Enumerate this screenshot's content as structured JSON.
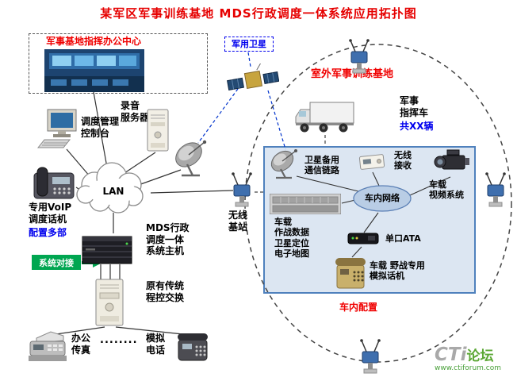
{
  "title": "某军区军事训练基地  MDS行政调度一体系统应用拓扑图",
  "colors": {
    "title_red": "#e60000",
    "label_red": "#f00000",
    "label_blue": "#0000ee",
    "syslink_green": "#00a651",
    "vehicle_box_border": "#4f81bd",
    "vehicle_box_fill": "#dce6f2"
  },
  "hq": {
    "box_label": "军事基地指挥办公中心",
    "console_label": "调度管理\n控制台",
    "recorder_label": "录音\n服务器",
    "lan_label": "LAN",
    "voip_label": "专用VoIP\n调度话机",
    "voip_note": "配置多部",
    "syslink_label": "系统对接",
    "mds_label": "MDS行政\n调度一体\n系统主机",
    "pbx_label": "原有传统\n程控交换",
    "fax_label": "办公\n传真",
    "dots": "........",
    "analog_label": "模拟\n电话"
  },
  "satellite": {
    "label": "军用卫星"
  },
  "base_station": {
    "label": "无线\n基站"
  },
  "outdoor": {
    "label": "室外军事训练基地",
    "truck_label": "军事\n指挥车",
    "truck_note": "共XX辆",
    "vehicle": {
      "sat_backup_label": "卫星备用\n通信链路",
      "wireless_rx_label": "无线\n接收",
      "video_label": "车载\n视频系统",
      "net_label": "车内网络",
      "data_label": "车载\n作战数据\n卫星定位\n电子地图",
      "ata_label": "单口ATA",
      "field_phone_label": "车载  野战专用\n模拟话机",
      "config_label": "车内配置"
    }
  },
  "watermark": {
    "brand_en": "CTi",
    "brand_cn": "论坛",
    "url": "www.ctiforum.com"
  }
}
